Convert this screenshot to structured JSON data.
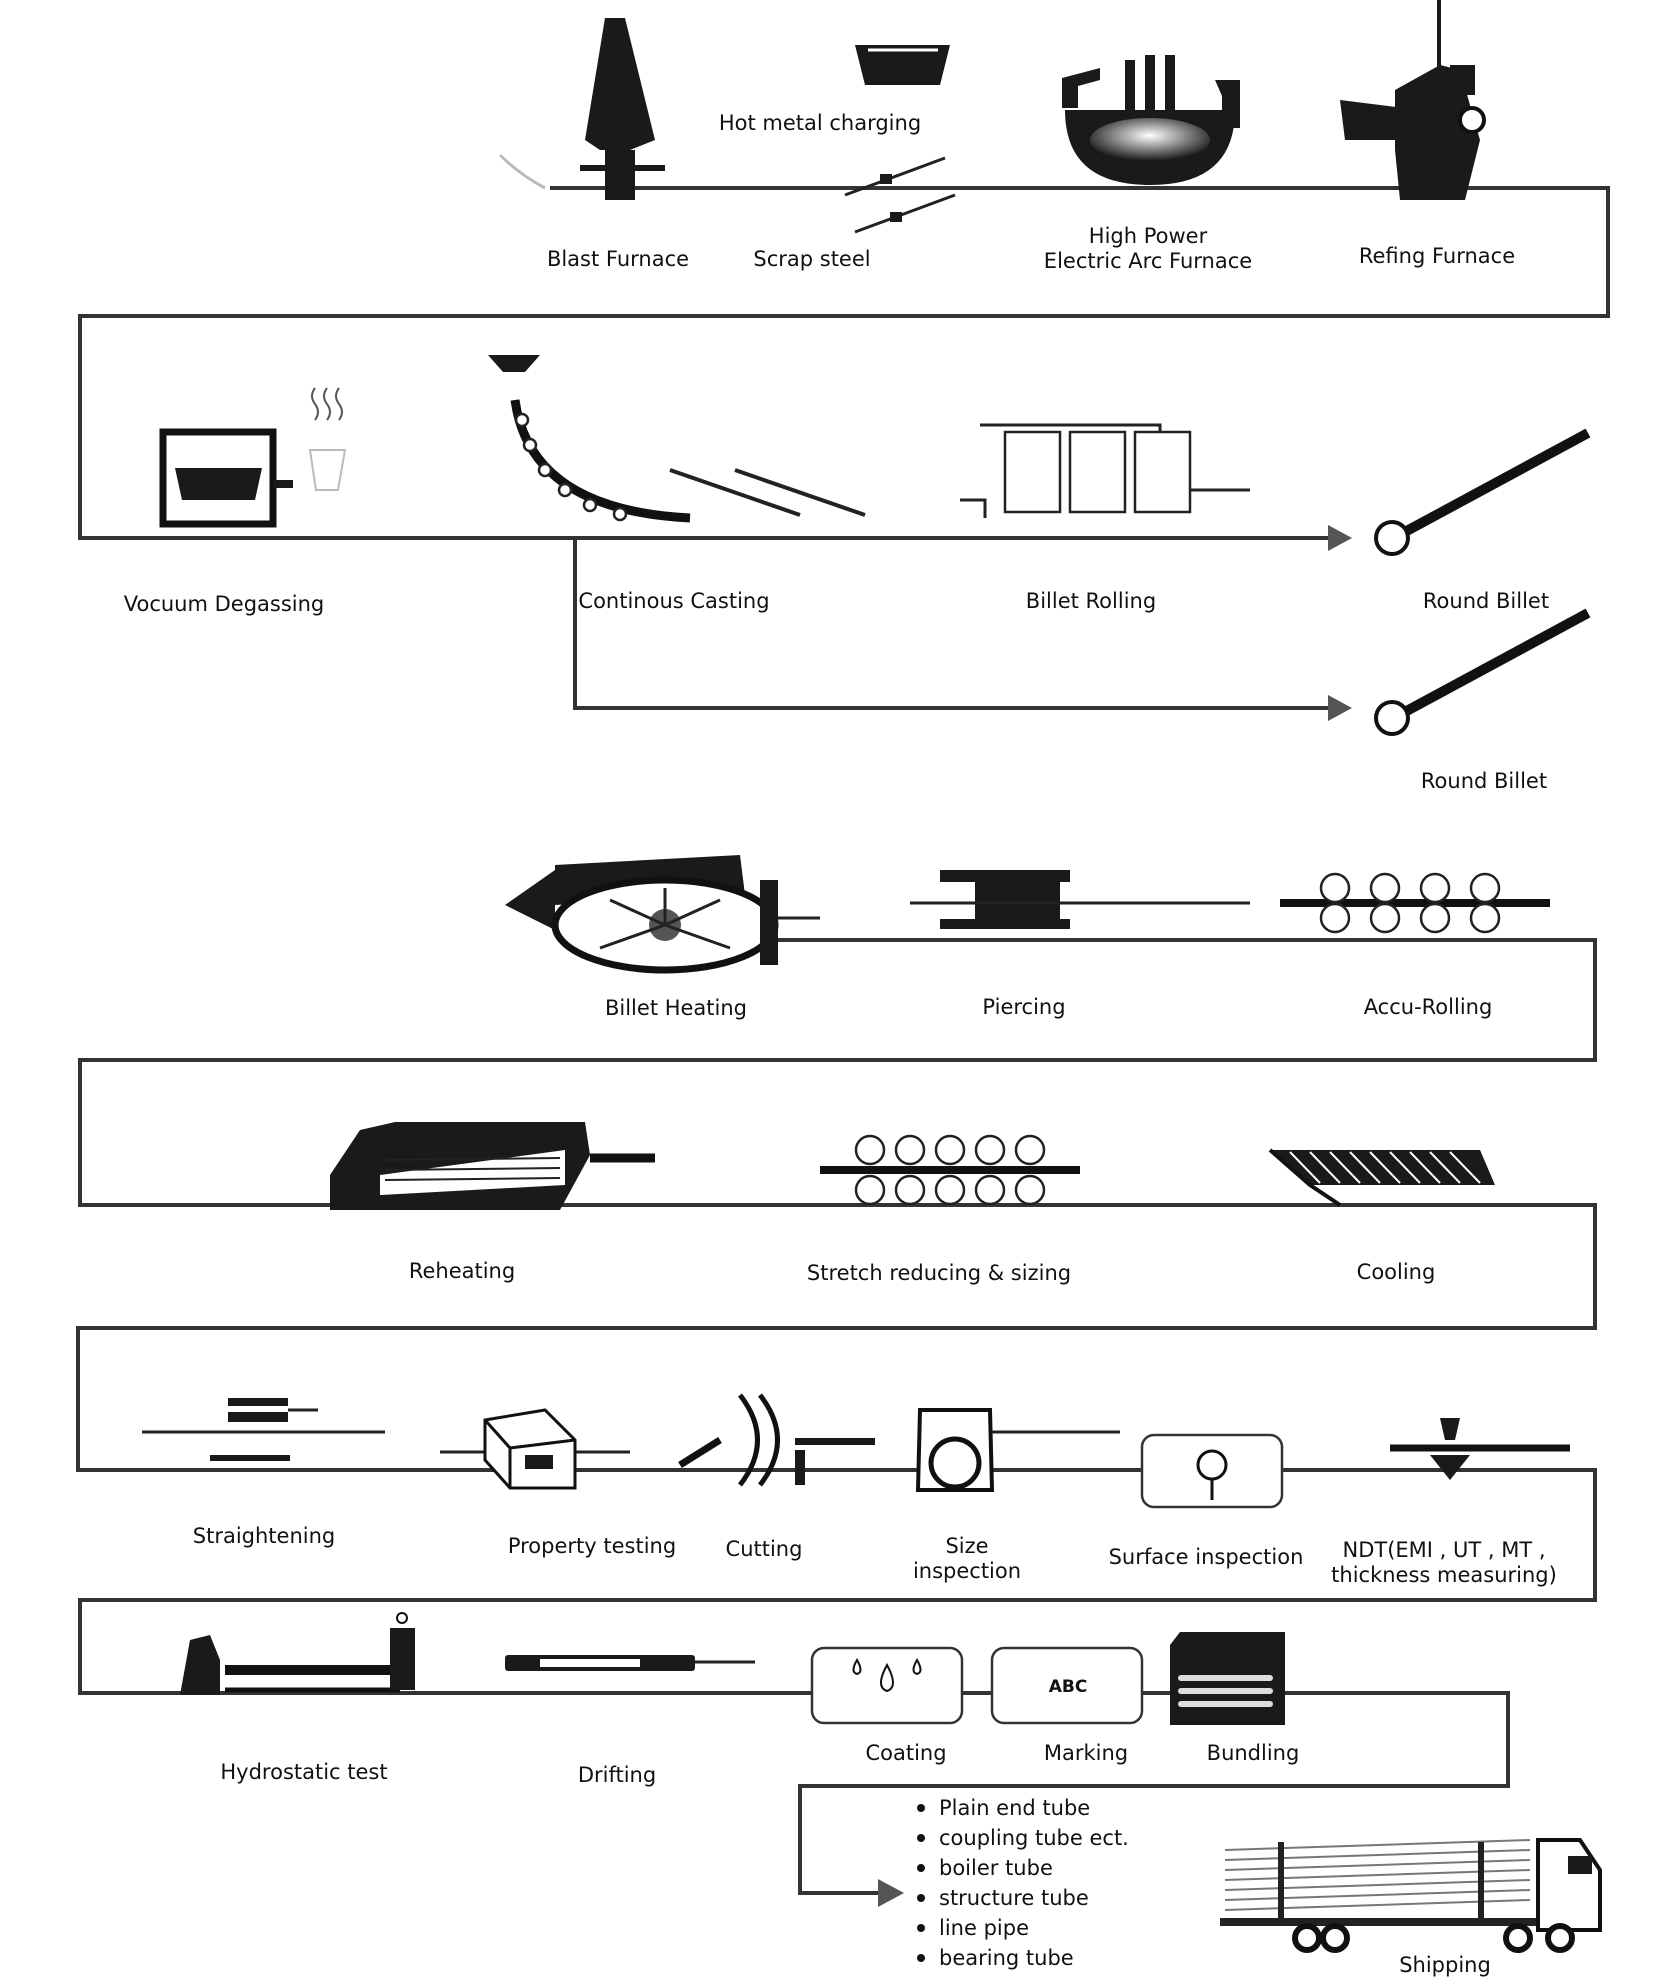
{
  "stages": {
    "blast_furnace": "Blast Furnace",
    "hot_metal_charging": "Hot metal charging",
    "scrap_steel": "Scrap steel",
    "eaf_line1": "High Power",
    "eaf_line2": "Electric Arc Furnace",
    "refining_furnace": "Refing Furnace",
    "vacuum_degassing": "Vocuum Degassing",
    "continuous_casting": "Continous Casting",
    "billet_rolling": "Billet Rolling",
    "round_billet_1": "Round Billet",
    "round_billet_2": "Round Billet",
    "billet_heating": "Billet Heating",
    "piercing": "Piercing",
    "accu_rolling": "Accu-Rolling",
    "reheating": "Reheating",
    "stretch_reducing": "Stretch reducing & sizing",
    "cooling": "Cooling",
    "straightening": "Straightening",
    "property_testing": "Property testing",
    "cutting": "Cutting",
    "size_inspection_line1": "Size",
    "size_inspection_line2": "inspection",
    "surface_inspection": "Surface inspection",
    "ndt_line1": "NDT(EMI , UT , MT ,",
    "ndt_line2": "thickness measuring)",
    "hydrostatic_test": "Hydrostatic test",
    "drifting": "Drifting",
    "coating": "Coating",
    "marking": "Marking",
    "marking_box_text": "ABC",
    "bundling": "Bundling",
    "shipping": "Shipping"
  },
  "products": [
    "Plain end tube",
    "coupling tube ect.",
    "boiler tube",
    "structure tube",
    "line pipe",
    "bearing tube"
  ]
}
